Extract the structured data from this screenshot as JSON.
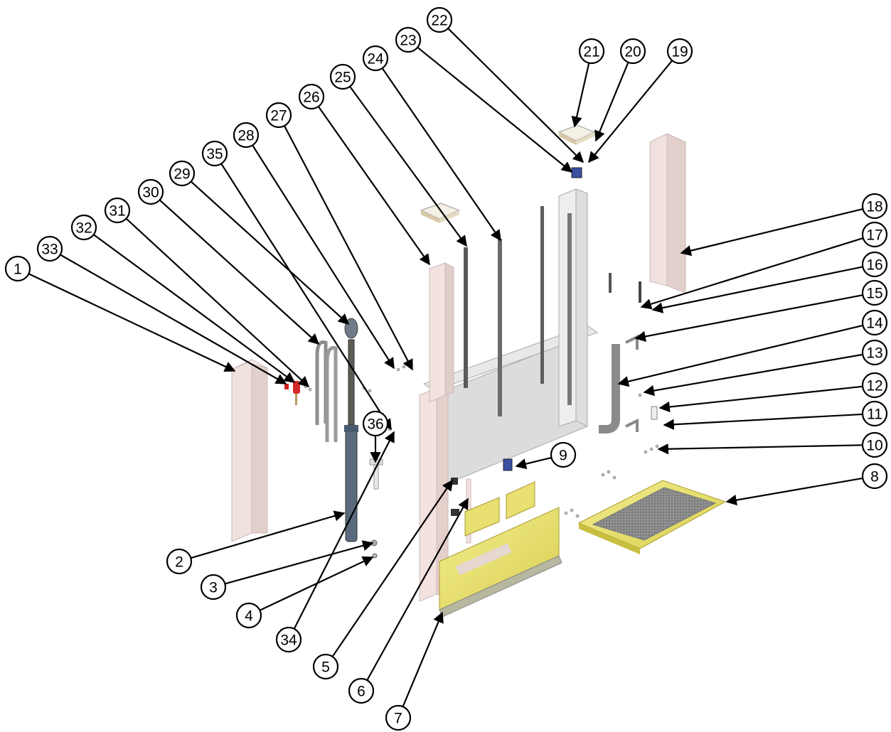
{
  "callouts": [
    "1",
    "2",
    "3",
    "4",
    "5",
    "6",
    "7",
    "8",
    "9",
    "10",
    "11",
    "12",
    "13",
    "14",
    "15",
    "16",
    "17",
    "18",
    "19",
    "20",
    "21",
    "22",
    "23",
    "24",
    "25",
    "26",
    "27",
    "28",
    "29",
    "30",
    "31",
    "32",
    "33",
    "34",
    "35",
    "36"
  ],
  "colors": {
    "panel_pink": "#f3e4e1",
    "frame_grey": "#d9d9d9",
    "dark_rail": "#555555",
    "yellow_tray": "#e8e070",
    "blue_part": "#3a4fa0",
    "red_part": "#cc2222",
    "cylinder_blue": "#5a6a7e"
  }
}
